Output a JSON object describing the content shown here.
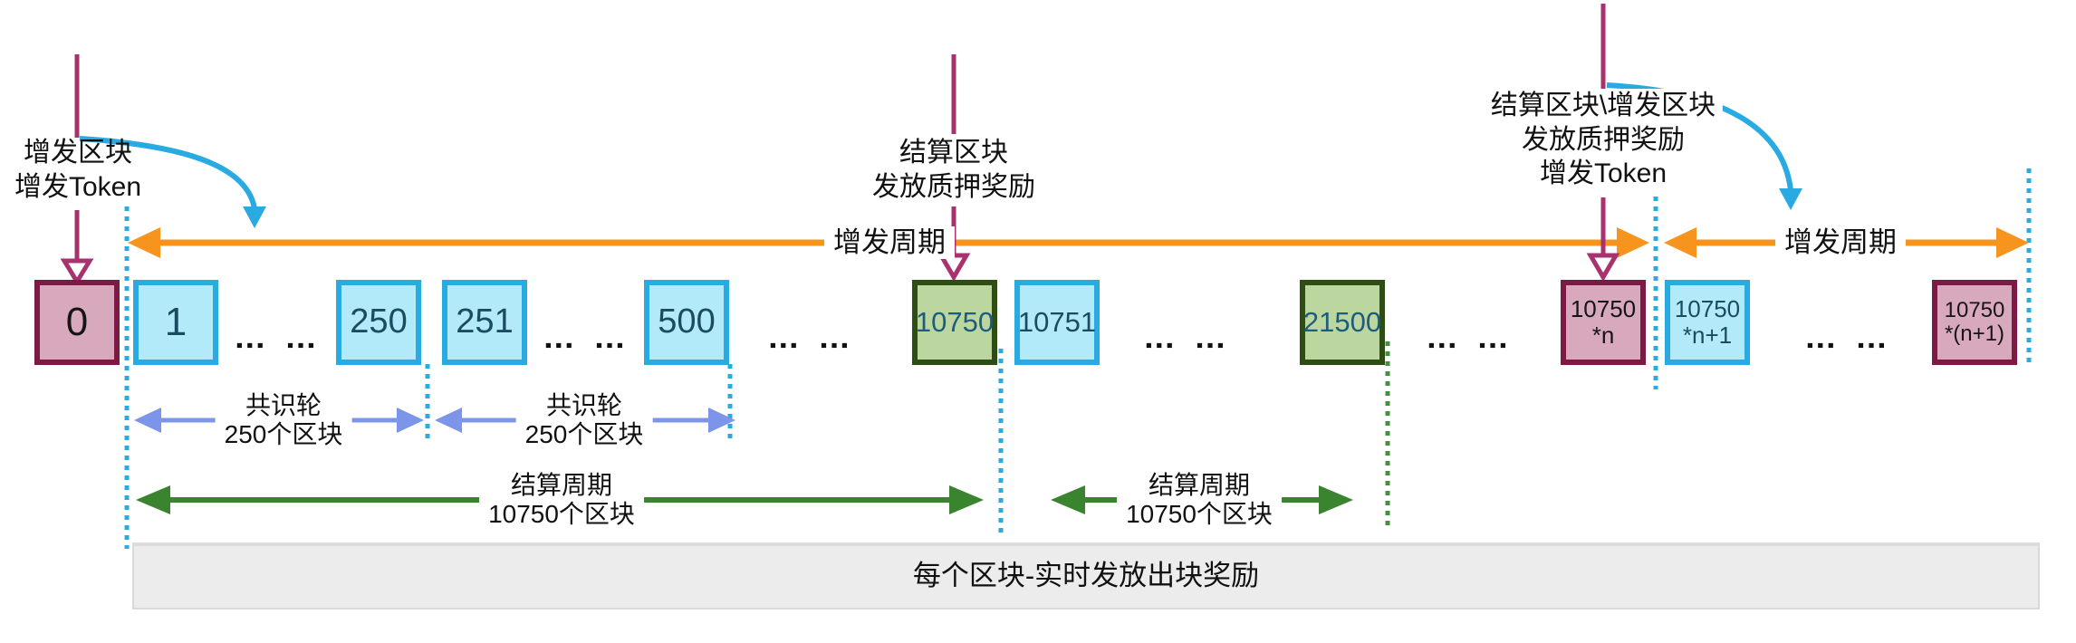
{
  "annotations": {
    "genesis": "增发区块\n增发Token",
    "settlement_block": "结算区块\n发放质押奖励",
    "settlement_issuance_block": "结算区块\\增发区块\n发放质押奖励\n增发Token"
  },
  "cycles": {
    "issuance_cycle_1": "增发周期",
    "issuance_cycle_2": "增发周期",
    "consensus_round_1": "共识轮\n250个区块",
    "consensus_round_2": "共识轮\n250个区块",
    "settlement_cycle_1": "结算周期\n10750个区块",
    "settlement_cycle_2": "结算周期\n10750个区块"
  },
  "blocks": [
    {
      "label": "0",
      "kind": "issuance-genesis"
    },
    {
      "label": "1",
      "kind": "normal"
    },
    {
      "label": "250",
      "kind": "normal"
    },
    {
      "label": "251",
      "kind": "normal"
    },
    {
      "label": "500",
      "kind": "normal"
    },
    {
      "label": "10750",
      "kind": "settlement"
    },
    {
      "label": "10751",
      "kind": "normal"
    },
    {
      "label": "21500",
      "kind": "settlement"
    },
    {
      "label": "10750\n*n",
      "kind": "issuance"
    },
    {
      "label": "10750\n*n+1",
      "kind": "normal"
    },
    {
      "label": "10750\n*(n+1)",
      "kind": "issuance"
    }
  ],
  "ellipsis": "▪▪▪ ▪▪▪",
  "bottom_bar": {
    "label": "每个区块-实时发放出块奖励"
  },
  "colors": {
    "orange_arrow": "#F7941E",
    "blue_arrow": "#29ABE2",
    "consensus_arrow": "#7D95E8",
    "settlement_arrow": "#3A8430",
    "settlement_dotted": "#44913D",
    "magenta_arrow": "#A8326E",
    "block_cyan_border": "#29ABE2",
    "block_cyan_fill": "#B2EAF9",
    "block_green_border": "#2E4D14",
    "block_green_fill": "#BCD6A0",
    "block_magenta_border": "#7D1945",
    "block_magenta_fill": "#D8A9BD",
    "bar_fill": "#ECECEC"
  }
}
